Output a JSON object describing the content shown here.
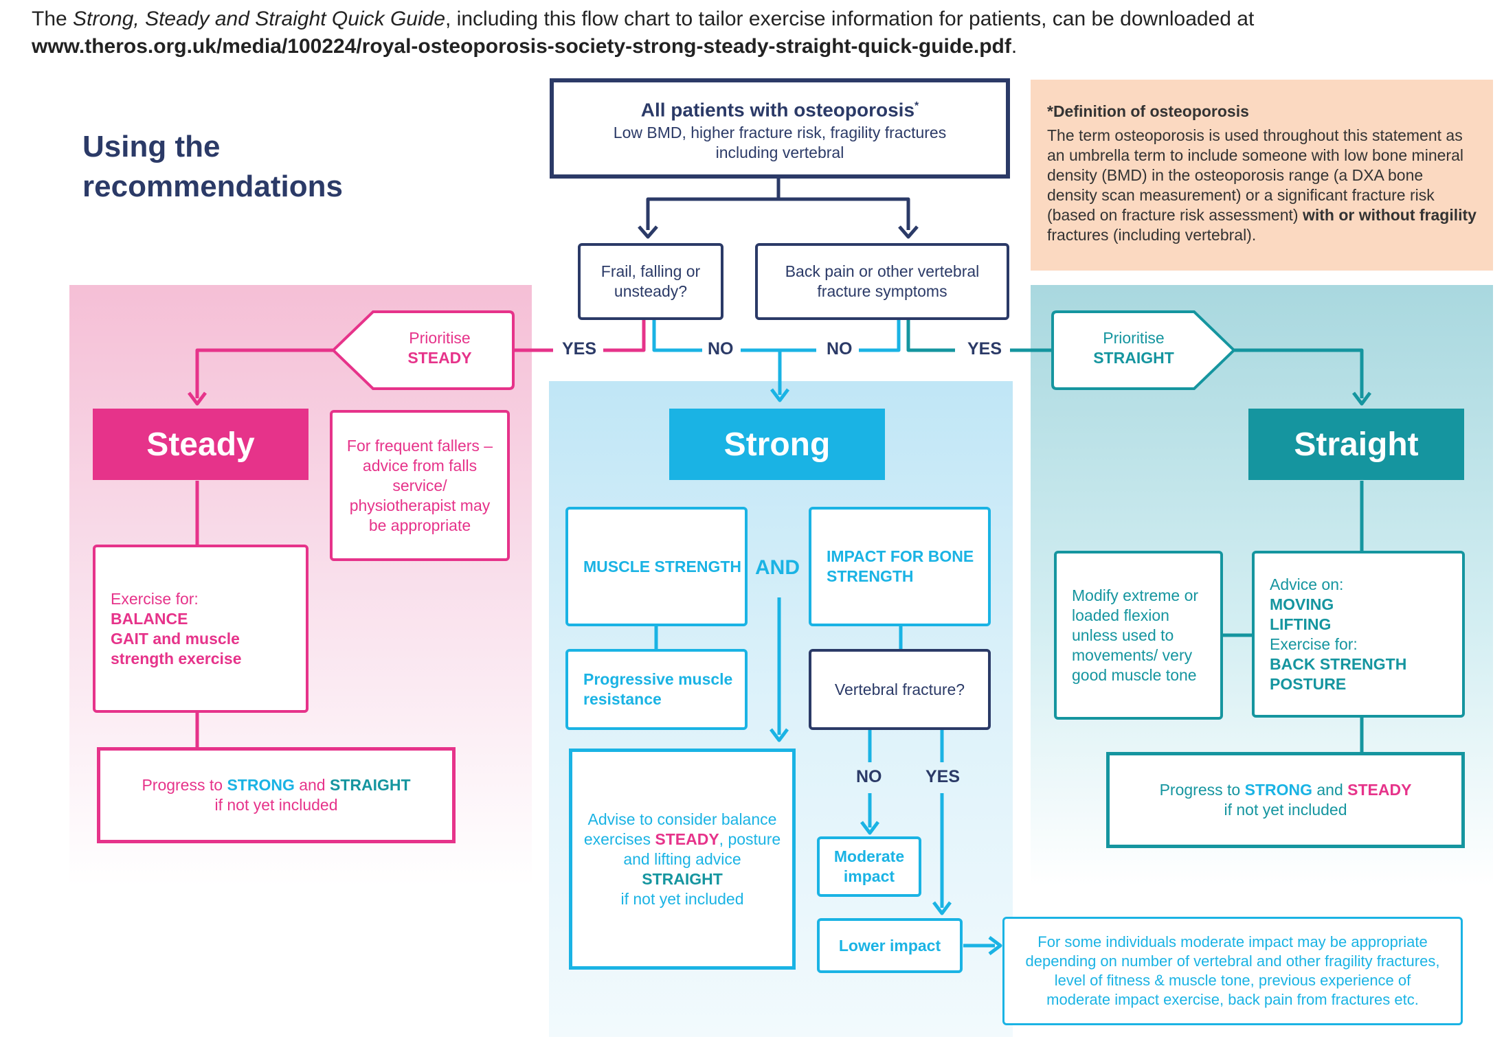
{
  "intro": {
    "line1_prefix": "The ",
    "guide_name": "Strong, Steady and Straight Quick Guide",
    "line1_suffix": ", including this flow chart to tailor exercise information for patients, can be downloaded at",
    "url": "www.theros.org.uk/media/100224/royal-osteoporosis-society-strong-steady-straight-quick-guide.pdf",
    "url_suffix": "."
  },
  "title": {
    "line1": "Using the",
    "line2": "recommendations"
  },
  "definition": {
    "heading": "*Definition of osteoporosis",
    "text_part1": "The term osteoporosis is used throughout this statement as an umbrella term to include someone with low bone mineral density (BMD) in the osteoporosis range (a DXA bone density scan measurement) or a significant fracture risk (based on fracture risk assessment) ",
    "text_bold": "with or without fragility",
    "text_part2": " fractures (including vertebral)."
  },
  "top_box": {
    "heading": "All patients with osteoporosis",
    "asterisk": "*",
    "subtext": "Low BMD, higher fracture risk, fragility fractures including vertebral"
  },
  "questions": {
    "frail": "Frail, falling or unsteady?",
    "back_pain": "Back pain or other vertebral fracture symptoms"
  },
  "edge_labels": {
    "yes_left": "YES",
    "no_left": "NO",
    "no_right": "NO",
    "yes_right": "YES",
    "vert_no": "NO",
    "vert_yes": "YES",
    "and": "AND"
  },
  "prioritise_steady": {
    "line1": "Prioritise",
    "line2": "STEADY"
  },
  "prioritise_straight": {
    "line1": "Prioritise",
    "line2": "STRAIGHT"
  },
  "headers": {
    "steady": "Steady",
    "strong": "Strong",
    "straight": "Straight"
  },
  "steady": {
    "fallers": "For frequent fallers – advice from falls service/ physiotherapist may be appropriate",
    "exercise_for": "Exercise for:",
    "balance": "BALANCE",
    "gait": "GAIT and muscle strength exercise",
    "progress_prefix": "Progress to ",
    "progress_strong": "STRONG",
    "progress_and": " and ",
    "progress_straight": "STRAIGHT",
    "progress_suffix": "if not yet included"
  },
  "strong": {
    "muscle": "MUSCLE STRENGTH",
    "impact": "IMPACT FOR BONE STRENGTH",
    "progressive": "Progressive muscle resistance",
    "vertebral_q": "Vertebral fracture?",
    "advise_part1": "Advise to consider balance exercises ",
    "advise_steady": "STEADY",
    "advise_part2": ", posture and lifting advice",
    "advise_straight": "STRAIGHT",
    "advise_suffix": "if not yet included",
    "moderate": "Moderate impact",
    "lower": "Lower impact",
    "note": "For some individuals moderate impact may be appropriate depending on number of vertebral and other fragility fractures, level of fitness & muscle tone, previous experience of moderate impact exercise, back pain from fractures etc."
  },
  "straight": {
    "modify": "Modify extreme or loaded flexion unless used to movements/ very good muscle tone",
    "advice_on": "Advice on:",
    "moving": "MOVING",
    "lifting": "LIFTING",
    "exercise_for": "Exercise for:",
    "back": "BACK STRENGTH",
    "posture": "POSTURE",
    "progress_prefix": "Progress to ",
    "progress_strong": "STRONG",
    "progress_and": " and ",
    "progress_steady": "STEADY",
    "progress_suffix": "if not yet included"
  },
  "colors": {
    "navy": "#2b3a67",
    "pink": "#e6338a",
    "blue": "#1ab3e4",
    "teal": "#15959f",
    "peach": "#fbd9c1"
  }
}
